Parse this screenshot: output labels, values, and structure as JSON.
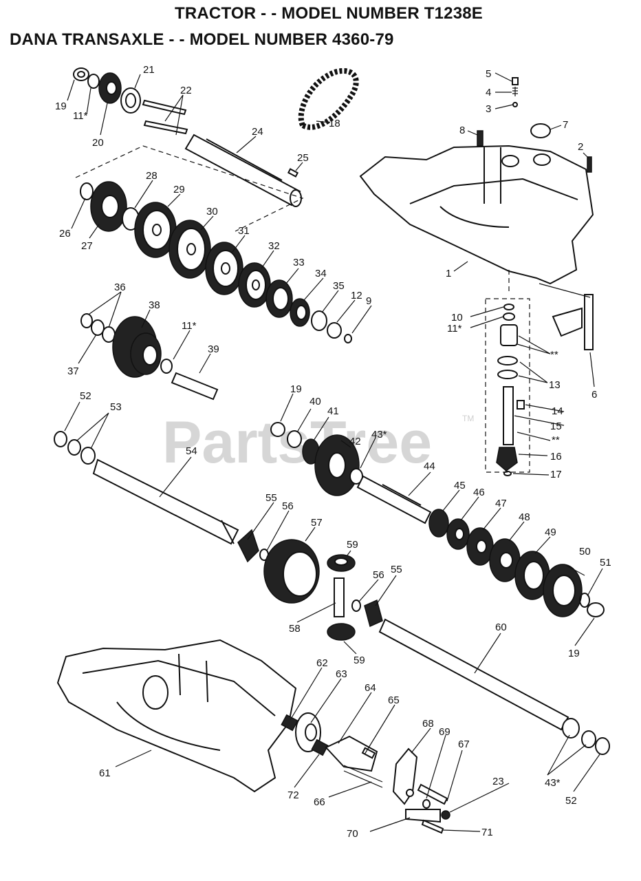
{
  "header": {
    "line1": "TRACTOR - - MODEL NUMBER T1238E",
    "line2": "DANA TRANSAXLE - - MODEL NUMBER 4360-79"
  },
  "watermark": {
    "text": "PartsTree",
    "tm": "TM"
  },
  "callouts": [
    "19",
    "11*",
    "20",
    "21",
    "22",
    "24",
    "25",
    "18",
    "26",
    "27",
    "28",
    "29",
    "30",
    "31",
    "32",
    "33",
    "34",
    "35",
    "12",
    "9",
    "36",
    "38",
    "37",
    "11*",
    "39",
    "5",
    "4",
    "3",
    "8",
    "7",
    "2",
    "1",
    "10",
    "11*",
    "**",
    "13",
    "14",
    "15",
    "**",
    "16",
    "17",
    "6",
    "52",
    "53",
    "54",
    "19",
    "40",
    "41",
    "42",
    "43*",
    "44",
    "55",
    "56",
    "57",
    "59",
    "56",
    "55",
    "45",
    "46",
    "47",
    "48",
    "49",
    "50",
    "51",
    "19",
    "58",
    "59",
    "60",
    "61",
    "62",
    "63",
    "64",
    "65",
    "68",
    "69",
    "67",
    "23",
    "43*",
    "52",
    "72",
    "66",
    "70",
    "71"
  ]
}
